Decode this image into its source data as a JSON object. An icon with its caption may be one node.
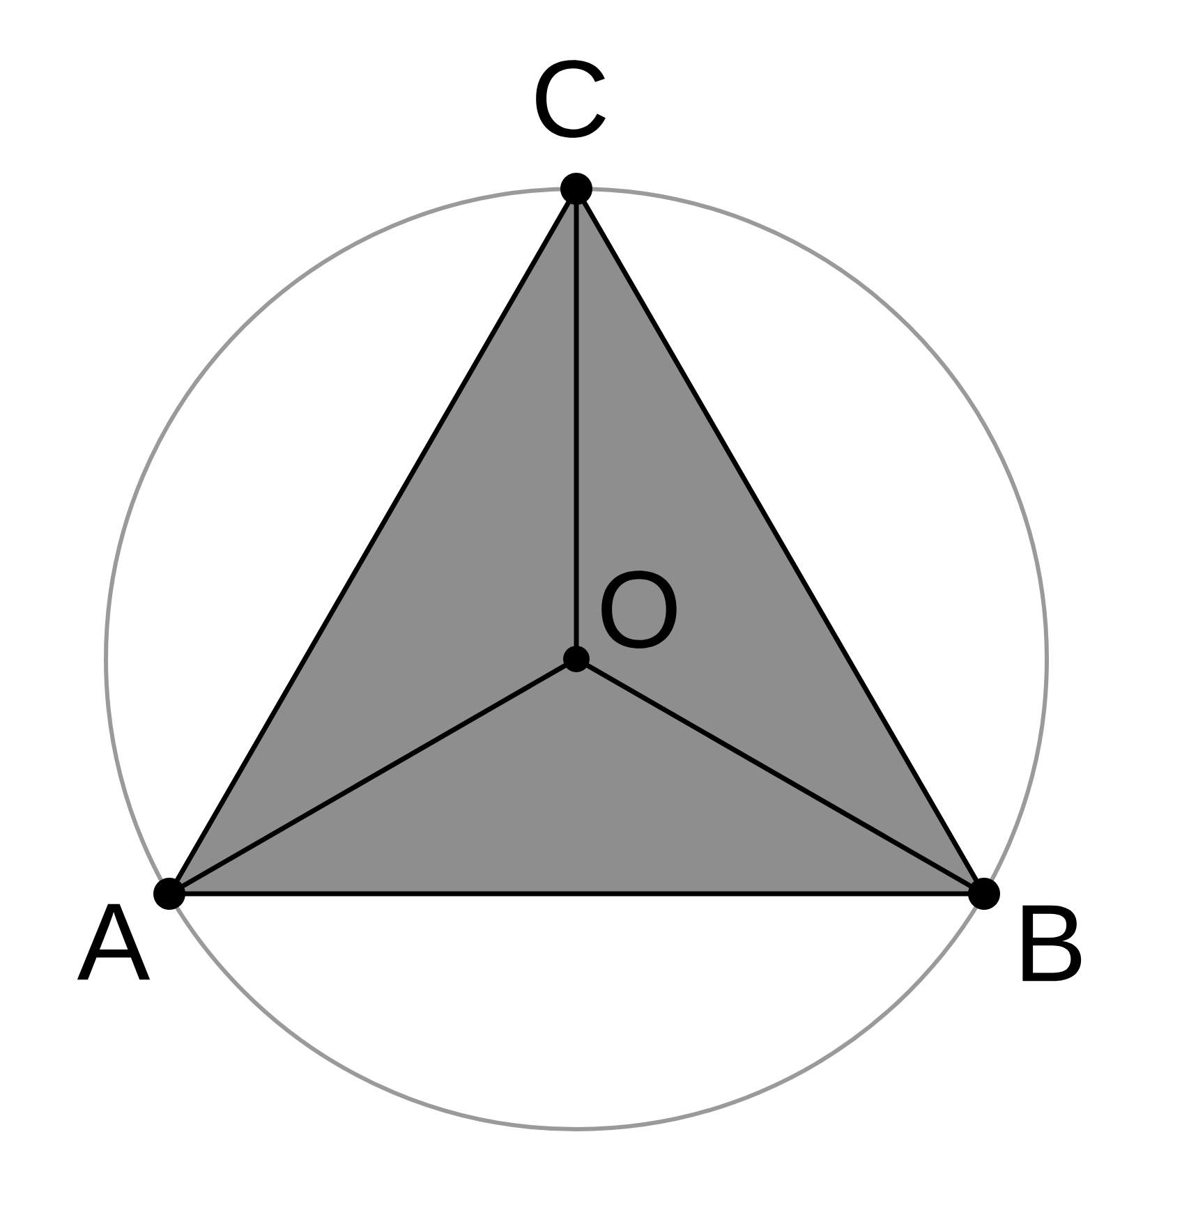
{
  "diagram": {
    "nodes": [
      {
        "text": [],
        "shape": "circle",
        "beside": [
          "C"
        ]
      },
      {
        "text": [],
        "shape": "circle",
        "beside": [
          "O"
        ]
      },
      {
        "text": [],
        "shape": "circle",
        "beside": [
          "A"
        ]
      },
      {
        "text": [],
        "shape": "circle",
        "beside": [
          "B"
        ]
      }
    ],
    "edges": [
      {
        "from": 2,
        "to": 3,
        "arrow": "none"
      },
      {
        "from": 3,
        "to": 0,
        "arrow": "none"
      },
      {
        "from": 0,
        "to": 2,
        "arrow": "none"
      },
      {
        "from": 1,
        "to": 0,
        "arrow": "none"
      },
      {
        "from": 1,
        "to": 2,
        "arrow": "none"
      },
      {
        "from": 1,
        "to": 3,
        "arrow": "none"
      }
    ]
  }
}
